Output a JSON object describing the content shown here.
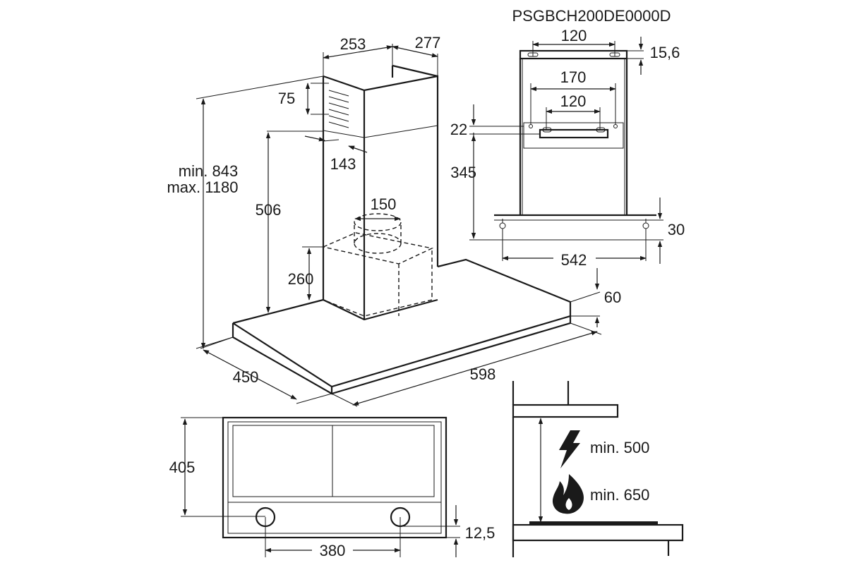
{
  "model_code": "PSGBCH200DE0000D",
  "main_view": {
    "chimney_width": "253",
    "chimney_depth": "277",
    "vent_height": "75",
    "vent_offset": "143",
    "height_min": "min. 843",
    "height_max": "max. 1180",
    "chimney_height": "506",
    "outlet_diameter": "150",
    "motor_height": "260",
    "hood_thickness": "60",
    "hood_depth": "450",
    "hood_width": "598"
  },
  "bracket_view": {
    "top_slot_spacing": "120",
    "top_offset": "15,6",
    "bracket_width": "170",
    "bracket_slot_spacing": "120",
    "bracket_height": "22",
    "bracket_to_hood": "345",
    "screw_offset": "30",
    "screw_spacing": "542"
  },
  "bottom_view": {
    "depth": "405",
    "hole_spacing": "380",
    "hole_offset": "12,5"
  },
  "clearance_view": {
    "electric_min": "min. 500",
    "gas_min": "min. 650",
    "electric_icon": "lightning-bolt-icon",
    "gas_icon": "flame-icon"
  }
}
